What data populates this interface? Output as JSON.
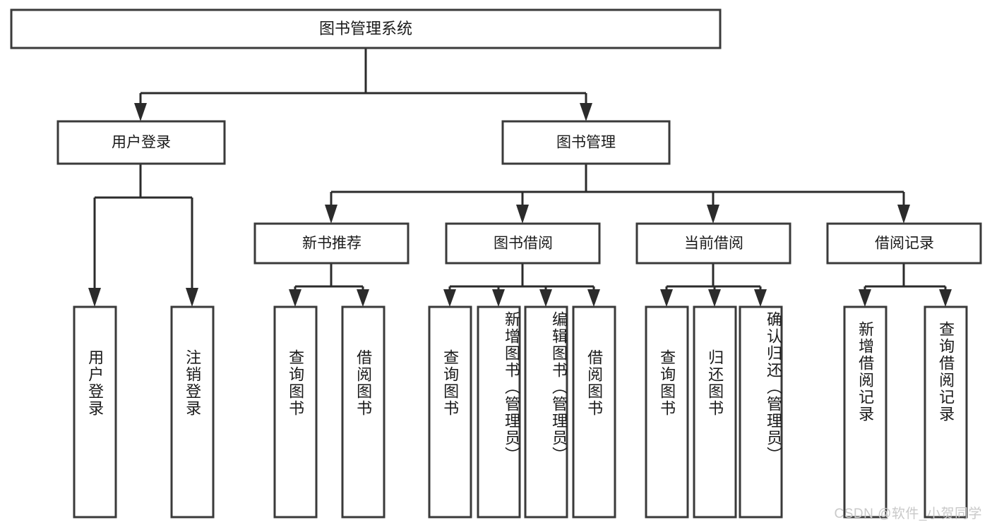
{
  "diagram": {
    "type": "tree-hierarchy",
    "title": "图书管理系统",
    "root": {
      "id": "root",
      "label": "图书管理系统",
      "orientation": "horizontal"
    },
    "level2": [
      {
        "id": "user-login",
        "label": "用户登录",
        "orientation": "horizontal"
      },
      {
        "id": "book-manage",
        "label": "图书管理",
        "orientation": "horizontal"
      }
    ],
    "level3": [
      {
        "id": "new-book-recommend",
        "label": "新书推荐",
        "parent": "book-manage",
        "orientation": "horizontal"
      },
      {
        "id": "book-borrow",
        "label": "图书借阅",
        "parent": "book-manage",
        "orientation": "horizontal"
      },
      {
        "id": "current-borrow",
        "label": "当前借阅",
        "parent": "book-manage",
        "orientation": "horizontal"
      },
      {
        "id": "borrow-record",
        "label": "借阅记录",
        "parent": "book-manage",
        "orientation": "horizontal"
      }
    ],
    "leaves": [
      {
        "id": "leaf-user-login",
        "label": "用户登录",
        "parent": "user-login",
        "orientation": "vertical"
      },
      {
        "id": "leaf-logout-login",
        "label": "注销登录",
        "parent": "user-login",
        "orientation": "vertical"
      },
      {
        "id": "leaf-query-book-1",
        "label": "查询图书",
        "parent": "new-book-recommend",
        "orientation": "vertical"
      },
      {
        "id": "leaf-borrow-book-1",
        "label": "借阅图书",
        "parent": "new-book-recommend",
        "orientation": "vertical"
      },
      {
        "id": "leaf-query-book-2",
        "label": "查询图书",
        "parent": "book-borrow",
        "orientation": "vertical"
      },
      {
        "id": "leaf-add-book",
        "label": "新增图书（管理员）",
        "parent": "book-borrow",
        "orientation": "vertical"
      },
      {
        "id": "leaf-edit-book",
        "label": "编辑图书（管理员）",
        "parent": "book-borrow",
        "orientation": "vertical"
      },
      {
        "id": "leaf-borrow-book-2",
        "label": "借阅图书",
        "parent": "book-borrow",
        "orientation": "vertical"
      },
      {
        "id": "leaf-query-book-3",
        "label": "查询图书",
        "parent": "current-borrow",
        "orientation": "vertical"
      },
      {
        "id": "leaf-return-book",
        "label": "归还图书",
        "parent": "current-borrow",
        "orientation": "vertical"
      },
      {
        "id": "leaf-confirm-return",
        "label": "确认归还（管理员）",
        "parent": "current-borrow",
        "orientation": "vertical"
      },
      {
        "id": "leaf-add-record",
        "label": "新增借阅记录",
        "parent": "borrow-record",
        "orientation": "vertical"
      },
      {
        "id": "leaf-query-record",
        "label": "查询借阅记录",
        "parent": "borrow-record",
        "orientation": "vertical"
      }
    ],
    "colors": {
      "background": "#ffffff",
      "box_fill": "#ffffff",
      "box_stroke": "#3a3a3a",
      "connector": "#2b2b2b",
      "text": "#1a1a1a",
      "watermark": "#c9c9c9"
    }
  },
  "watermark": {
    "text": "CSDN @软件_小贺同学"
  }
}
